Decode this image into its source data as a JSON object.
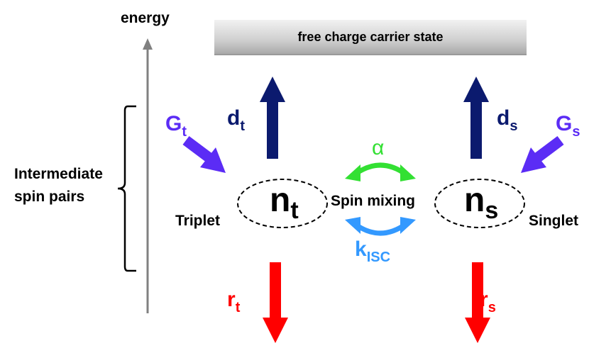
{
  "axis": {
    "label": "energy"
  },
  "free_state": {
    "label": "free charge carrier state"
  },
  "intermediate": {
    "line1": "Intermediate",
    "line2": "spin pairs"
  },
  "triplet": {
    "name": "Triplet",
    "population": {
      "base": "n",
      "sub": "t"
    },
    "generation": {
      "base": "G",
      "sub": "t"
    },
    "dissociation": {
      "base": "d",
      "sub": "t"
    },
    "recombination": {
      "base": "r",
      "sub": "t"
    }
  },
  "singlet": {
    "name": "Singlet",
    "population": {
      "base": "n",
      "sub": "s"
    },
    "generation": {
      "base": "G",
      "sub": "s"
    },
    "dissociation": {
      "base": "d",
      "sub": "s"
    },
    "recombination": {
      "base": "r",
      "sub": "s"
    }
  },
  "mixing": {
    "label": "Spin mixing",
    "alpha": "α",
    "kisc": {
      "base": "k",
      "sub": "ISC"
    }
  },
  "colors": {
    "generation": "#5b2cf5",
    "dissociation": "#0b1a6e",
    "recombination": "#ff0000",
    "alpha": "#33e033",
    "kisc": "#3399ff",
    "axis": "#808080"
  }
}
